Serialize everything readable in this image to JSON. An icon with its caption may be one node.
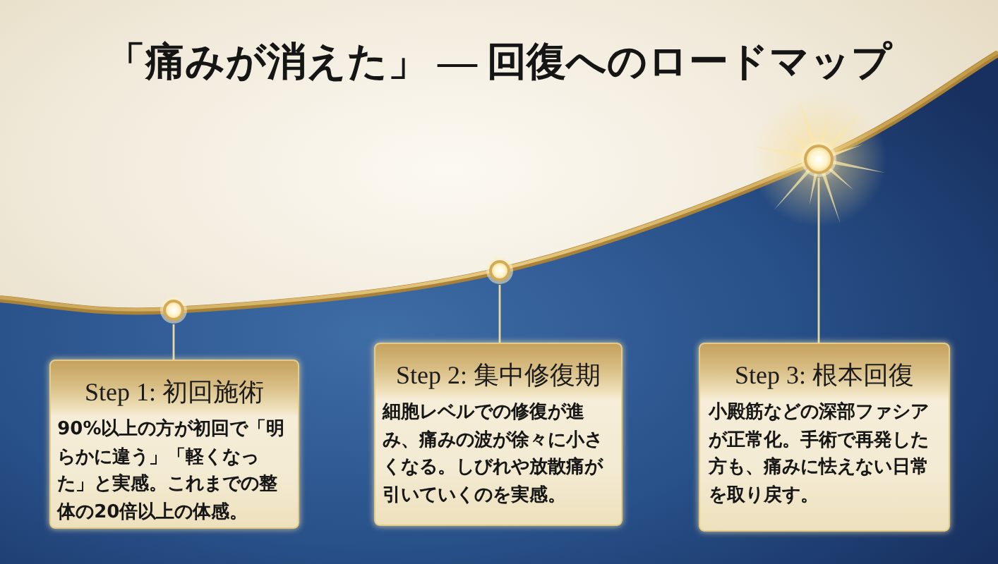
{
  "diagram": {
    "title": "「痛みが消えた」 — 回復へのロードマップ",
    "nodes": [
      {
        "text": [],
        "shape": "circle"
      },
      {
        "text": [
          "Step 1: 初回施術",
          "90%以上の方が初回で「明らかに違う」「軽くなった」と実感。これまでの整体の20倍以上の体感。"
        ]
      },
      {
        "text": [],
        "shape": "circle"
      },
      {
        "text": [
          "Step 2: 集中修復期",
          "細胞レベルでの修復が進み、痛みの波が徐々に小さくなる。しびれや放散痛が引いていくのを実感。"
        ]
      },
      {
        "text": [],
        "shape": "circle"
      },
      {
        "text": [
          "Step 3: 根本回復",
          "小殿筋などの深部ファシアが正常化。手術で再発した方も、痛みに怯えない日常を取り戻す。"
        ]
      }
    ],
    "edges": [
      {
        "from": 0,
        "to": 1,
        "arrow": "none"
      },
      {
        "from": 2,
        "to": 3,
        "arrow": "none"
      },
      {
        "from": 4,
        "to": 5,
        "arrow": "none"
      }
    ]
  }
}
